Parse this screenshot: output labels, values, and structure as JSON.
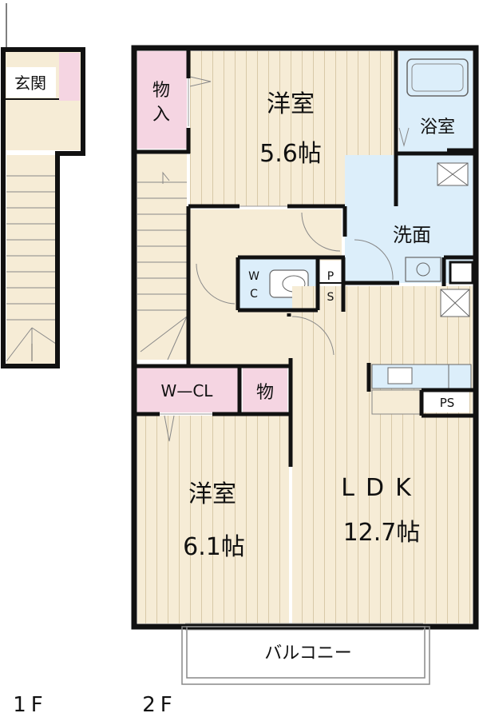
{
  "floor1": {
    "label": "1F",
    "rooms": {
      "entrance": "玄関"
    }
  },
  "floor2": {
    "label": "2F",
    "rooms": {
      "western_room_top": {
        "name": "洋室",
        "size": "5.6帖"
      },
      "storage_top": {
        "line1": "物",
        "line2": "入"
      },
      "bathroom": "浴室",
      "washroom": "洗面",
      "toilet": {
        "line1": "W",
        "line2": "C"
      },
      "pipe_space_1": {
        "line1": "P",
        "line2": "S"
      },
      "walk_in_closet": "W—CL",
      "storage_small": "物",
      "pipe_space_2": "PS",
      "western_room_bottom": {
        "name": "洋室",
        "size": "6.1帖"
      },
      "ldk": {
        "name": "LDK",
        "size": "12.7帖"
      },
      "balcony": "バルコニー"
    }
  },
  "colors": {
    "wall": "#111111",
    "wood_floor": "#f6ecd6",
    "wood_line": "#d8c9a8",
    "storage": "#f5d5e2",
    "wet_area": "#dceefa",
    "stair_line": "#888888"
  }
}
